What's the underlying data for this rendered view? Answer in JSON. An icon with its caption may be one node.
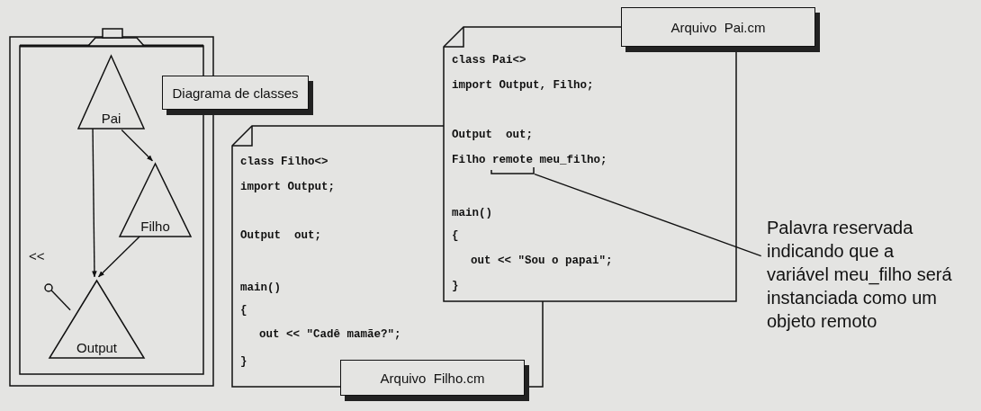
{
  "diagram": {
    "nodes": [
      {
        "text": [],
        "shape": "box"
      },
      {
        "text": [
          "Pai"
        ],
        "in": 0
      },
      {
        "text": [
          "Filho"
        ],
        "in": 0
      },
      {
        "text": [
          "Output"
        ],
        "in": 0
      },
      {
        "text": [
          "<<"
        ],
        "in": 0
      },
      {
        "text": [
          "Diagrama de classes"
        ]
      },
      {
        "text": [
          "class Filho<>",
          "import Output;",
          "Output  out;",
          "main()",
          "{",
          "out << \"Cadê mamãe?\";",
          "}"
        ]
      },
      {
        "text": [
          "Arquivo  Filho.cm"
        ]
      },
      {
        "text": [
          "class Pai<>",
          "import Output, Filho;",
          "Output  out;",
          "Filho remote meu_filho;",
          "main()",
          "{",
          "out << \"Sou o papai\";",
          "}"
        ]
      },
      {
        "text": [
          "Arquivo  Pai.cm"
        ]
      },
      {
        "text": [
          "Palavra reservada indicando que a variável meu_filho será instanciada como um objeto remoto"
        ]
      },
      {
        "text": [],
        "shape": "bracket"
      }
    ],
    "edges": [
      {
        "from": 1,
        "to": 3,
        "arrow": "to"
      },
      {
        "from": 1,
        "to": 2,
        "arrow": "to"
      },
      {
        "from": 2,
        "to": 3,
        "arrow": "to"
      },
      {
        "from": 3,
        "to": 4,
        "arrow": "none"
      },
      {
        "from": 10,
        "to": 11,
        "arrow": "none"
      }
    ]
  }
}
